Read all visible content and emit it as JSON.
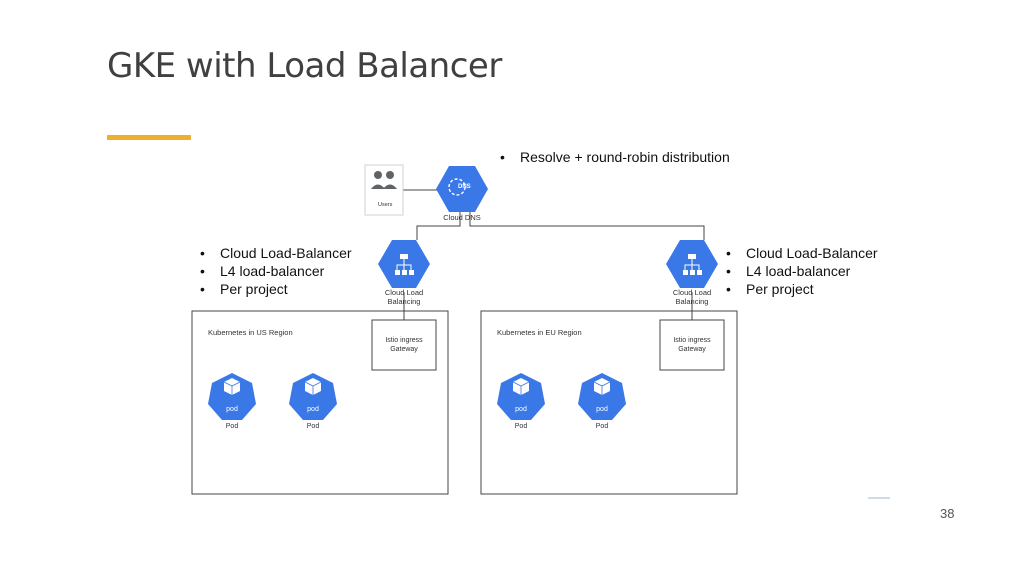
{
  "slide": {
    "title": "GKE with Load Balancer",
    "page_number": "38",
    "accent_color": "#f0ae2e"
  },
  "bullets_top": [
    "Resolve + round-robin distribution"
  ],
  "bullets_left": [
    "Cloud Load-Balancer",
    "L4 load-balancer",
    "Per project"
  ],
  "bullets_right": [
    "Cloud Load-Balancer",
    "L4 load-balancer",
    "Per project"
  ],
  "diagram": {
    "node_color": "#3b78e7",
    "users": {
      "label": "Users",
      "icon": "users-icon"
    },
    "dns": {
      "label": "Cloud DNS",
      "badge": "DNS",
      "icon": "dns-icon"
    },
    "lb_left": {
      "label_line1": "Cloud Load",
      "label_line2": "Balancing",
      "icon": "load-balancer-icon"
    },
    "lb_right": {
      "label_line1": "Cloud Load",
      "label_line2": "Balancing",
      "icon": "load-balancer-icon"
    },
    "region_us": {
      "label": "Kubernetes in US Region",
      "gateway_line1": "Istio ingress",
      "gateway_line2": "Gateway",
      "pods": [
        {
          "badge": "pod",
          "label": "Pod"
        },
        {
          "badge": "pod",
          "label": "Pod"
        }
      ]
    },
    "region_eu": {
      "label": "Kubernetes in EU Region",
      "gateway_line1": "Istio ingress",
      "gateway_line2": "Gateway",
      "pods": [
        {
          "badge": "pod",
          "label": "Pod"
        },
        {
          "badge": "pod",
          "label": "Pod"
        }
      ]
    }
  }
}
